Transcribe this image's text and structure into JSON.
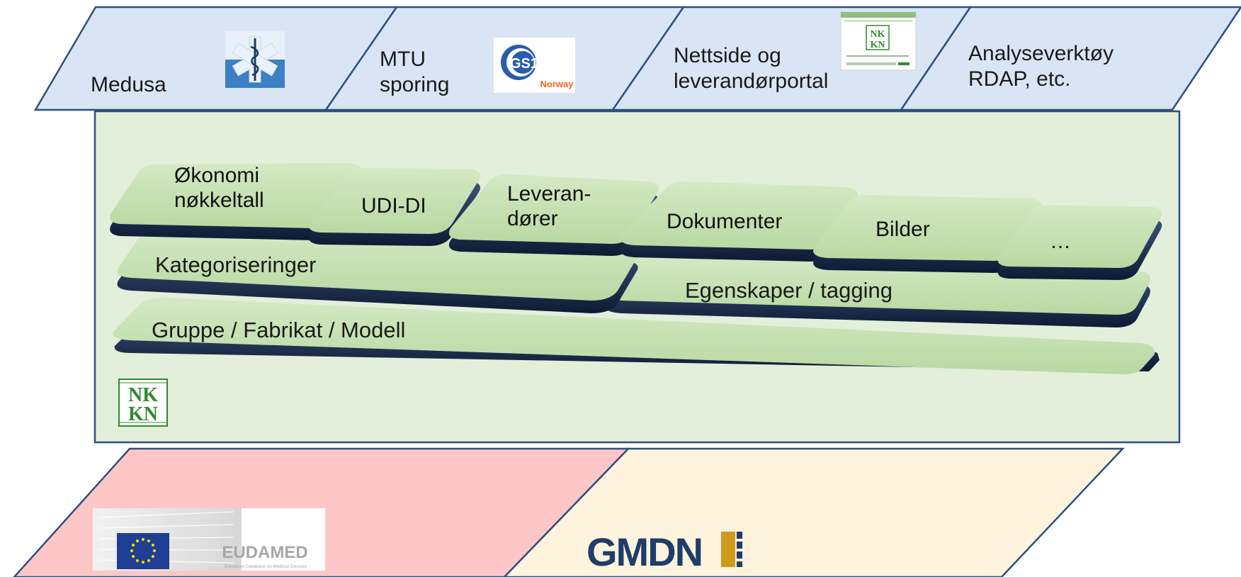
{
  "top_row": [
    {
      "id": "medusa",
      "label": "Medusa",
      "icon": "medical-star-of-life-icon"
    },
    {
      "id": "mtu",
      "label": "MTU\nsporing",
      "icon": "gs1-norway-logo",
      "logo_text": "GS1",
      "logo_subtext": "Norway"
    },
    {
      "id": "nettside",
      "label": "Nettside og\nleverandørportal",
      "icon": "nknn-website-thumbnail-icon"
    },
    {
      "id": "analyse",
      "label": "Analyseverktøy\nRDAP, etc."
    }
  ],
  "core": {
    "logo": "NKKN",
    "slabs": {
      "base": "Gruppe / Fabrikat / Modell",
      "kategorier": "Kategoriseringer",
      "egenskaper": "Egenskaper / tagging"
    },
    "tiles": [
      {
        "id": "okonomi",
        "label": "Økonomi\nnøkkeltall"
      },
      {
        "id": "udi",
        "label": "UDI-DI"
      },
      {
        "id": "leverandorer",
        "label": "Leveran-\ndører"
      },
      {
        "id": "dokumenter",
        "label": "Dokumenter"
      },
      {
        "id": "bilder",
        "label": "Bilder"
      },
      {
        "id": "more",
        "label": "…"
      }
    ]
  },
  "bottom_row": [
    {
      "id": "eudamed",
      "logo_text": "EUDAMED",
      "logo_subtext": "European Database on Medical Devices"
    },
    {
      "id": "gmdn",
      "logo_text": "GMDN"
    }
  ],
  "colors": {
    "top_fill": "#d9e5f5",
    "border": "#2f4f7f",
    "core_fill": "#e3efda",
    "tile_fill": "#c4dfb1",
    "eudamed_fill": "#fec7c7",
    "gmdn_fill": "#fef3dc",
    "eu_blue": "#1f3f94",
    "eu_star": "#ffdd00",
    "gmdn_navy": "#1e3d6b",
    "gmdn_gold": "#cf9b1f",
    "gs1_blue": "#2a5ca8",
    "gs1_orange": "#f26522",
    "nkkn_green": "#2e8b2e"
  }
}
